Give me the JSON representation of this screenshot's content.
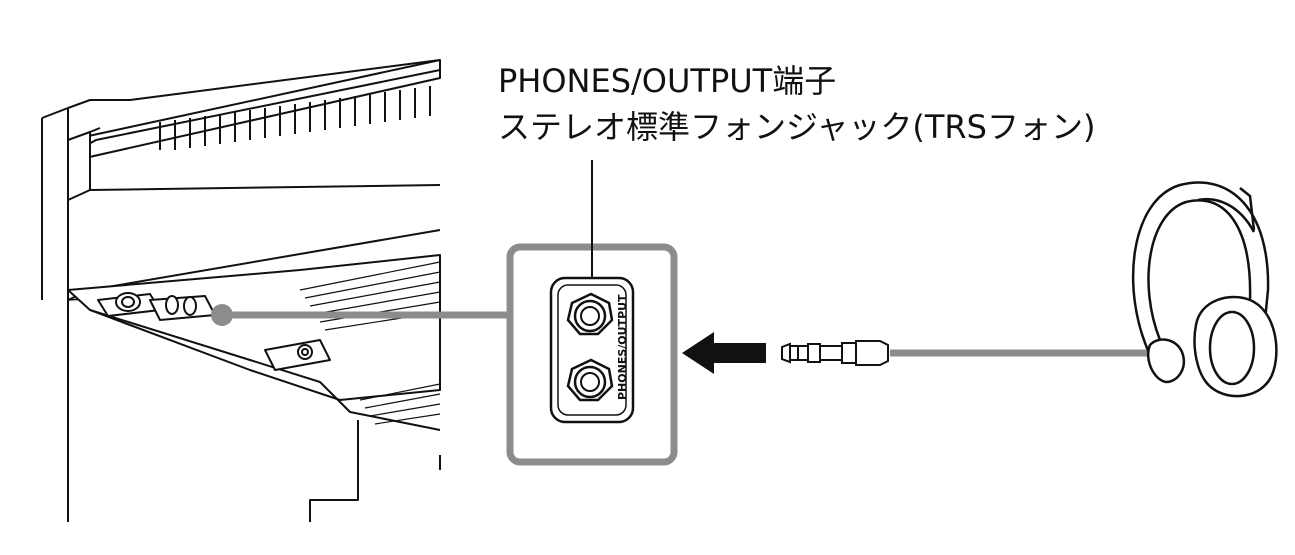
{
  "callout": {
    "line1": "PHONES/OUTPUT端子",
    "line2": "ステレオ標準フォンジャック(TRSフォン)"
  },
  "jack_panel": {
    "label": "PHONES/OUTPUT"
  },
  "colors": {
    "line": "#111111",
    "highlight": "#8c8c8c",
    "fill": "#ffffff"
  },
  "icons": [
    "piano-body",
    "jack-panel-callout",
    "insert-arrow-icon",
    "headphone-plug",
    "headphones-icon"
  ]
}
